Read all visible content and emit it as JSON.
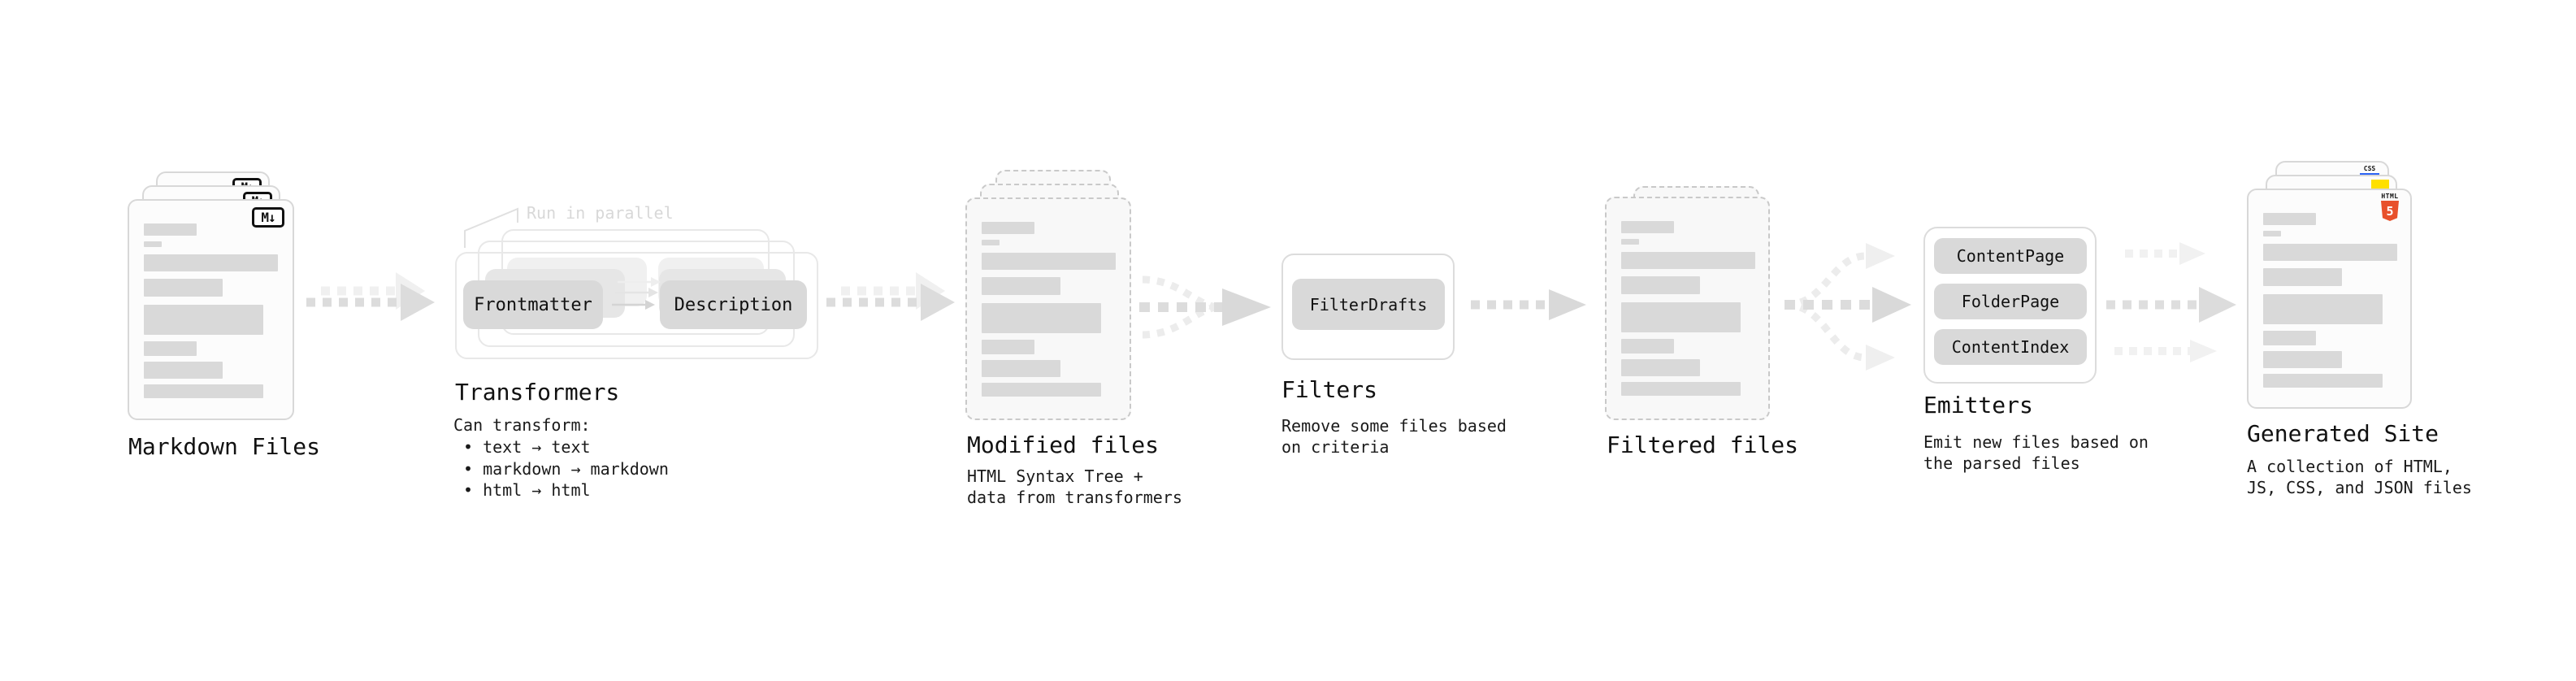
{
  "stages": {
    "markdown": {
      "label": "Markdown Files",
      "badge": "M↓"
    },
    "transformers": {
      "heading": "Transformers",
      "annotation": "Run in parallel",
      "pill_left": "Frontmatter",
      "pill_right": "Description",
      "desc_title": "Can transform:",
      "bullets": [
        "• text → text",
        "• markdown → markdown",
        "• html → html"
      ]
    },
    "modified": {
      "label": "Modified files",
      "desc1": "HTML Syntax Tree +",
      "desc2": "data from transformers"
    },
    "filters": {
      "heading": "Filters",
      "pill": "FilterDrafts",
      "desc1": "Remove some files based",
      "desc2": "on criteria"
    },
    "filtered": {
      "label": "Filtered files"
    },
    "emitters": {
      "heading": "Emitters",
      "pills": [
        "ContentPage",
        "FolderPage",
        "ContentIndex"
      ],
      "desc1": "Emit new files based on",
      "desc2": "the parsed files"
    },
    "generated": {
      "label": "Generated Site",
      "desc1": "A collection of HTML,",
      "desc2": "JS, CSS, and JSON files",
      "badge_css": "CSS",
      "badge_html": "HTML",
      "badge_five": "5"
    }
  },
  "colors": {
    "bar_gray": "#d9d9d9",
    "pill_gray": "#d9d9d9",
    "doc_border": "#d8d8d8",
    "dashed_border": "#c9c9c9",
    "box_border": "#dcdcdc",
    "arrow_gray": "#dcdcdc",
    "arrow_light": "#f0f0f0",
    "annotation_gray": "#d8d8d8",
    "html5_orange": "#e8502b",
    "js_yellow": "#ffe000",
    "css_blue": "#2c64f4"
  }
}
